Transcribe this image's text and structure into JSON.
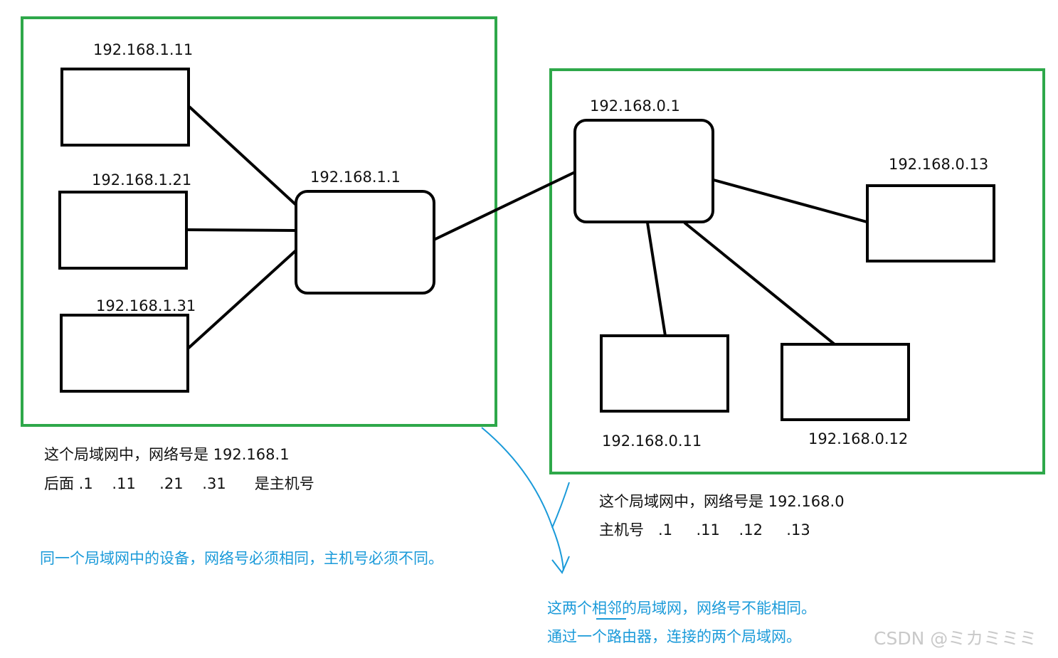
{
  "colors": {
    "lan_border": "#2ea84a",
    "line": "#000000",
    "annotation": "#1a9ad9",
    "watermark": "#c9c9c9"
  },
  "lan_left": {
    "router_ip": "192.168.1.1",
    "hosts": [
      "192.168.1.11",
      "192.168.1.21",
      "192.168.1.31"
    ],
    "note_line1": "这个局域网中，网络号是 192.168.1",
    "note_line2": "后面 .1    .11     .21    .31      是主机号"
  },
  "lan_right": {
    "router_ip": "192.168.0.1",
    "hosts": [
      "192.168.0.13",
      "192.168.0.11",
      "192.168.0.12"
    ],
    "note_line1": "这个局域网中，网络号是 192.168.0",
    "note_line2": "主机号   .1     .11    .12     .13"
  },
  "annotations": {
    "same_lan": "同一个局域网中的设备，网络号必须相同，主机号必须不同。",
    "adjacent_line1": "这两个相邻的局域网，网络号不能相同。",
    "adjacent_line2": "通过一个路由器，连接的两个局域网。"
  },
  "watermark": "CSDN @ミカミミミ"
}
